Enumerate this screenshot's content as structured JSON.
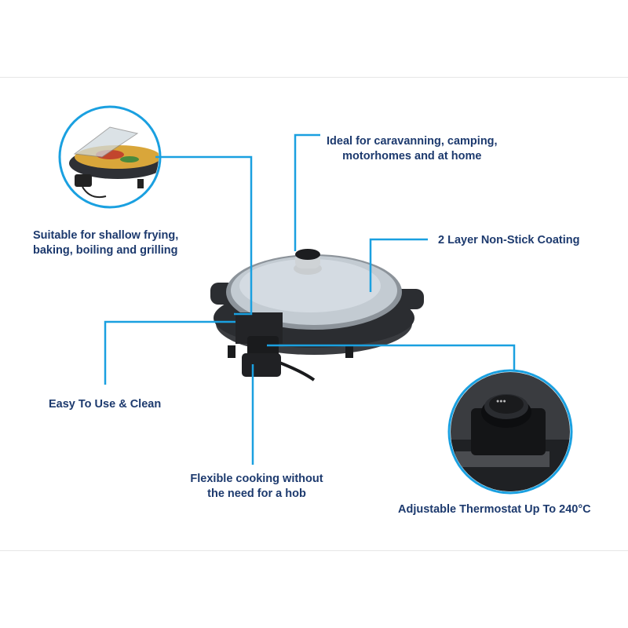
{
  "colors": {
    "callout_line": "#1aa0e0",
    "text": "#1d3a6e",
    "product_body": "#2b2d31"
  },
  "features": [
    {
      "lines": [
        "Ideal for caravanning, camping,",
        "motorhomes and at home"
      ]
    },
    {
      "lines": [
        "Suitable for shallow frying,",
        "baking, boiling and grilling"
      ]
    },
    {
      "lines": [
        "2 Layer Non-Stick Coating"
      ]
    },
    {
      "lines": [
        "Easy To Use & Clean"
      ]
    },
    {
      "lines": [
        "Flexible cooking without",
        "the need for a hob"
      ]
    },
    {
      "lines": [
        "Adjustable Thermostat Up To 240°C"
      ]
    }
  ],
  "images": {
    "main_product": "electric-frying-pan-with-glass-lid",
    "detail_top_left": "pan-with-food-closeup",
    "detail_bottom_right": "thermostat-dial-closeup"
  }
}
